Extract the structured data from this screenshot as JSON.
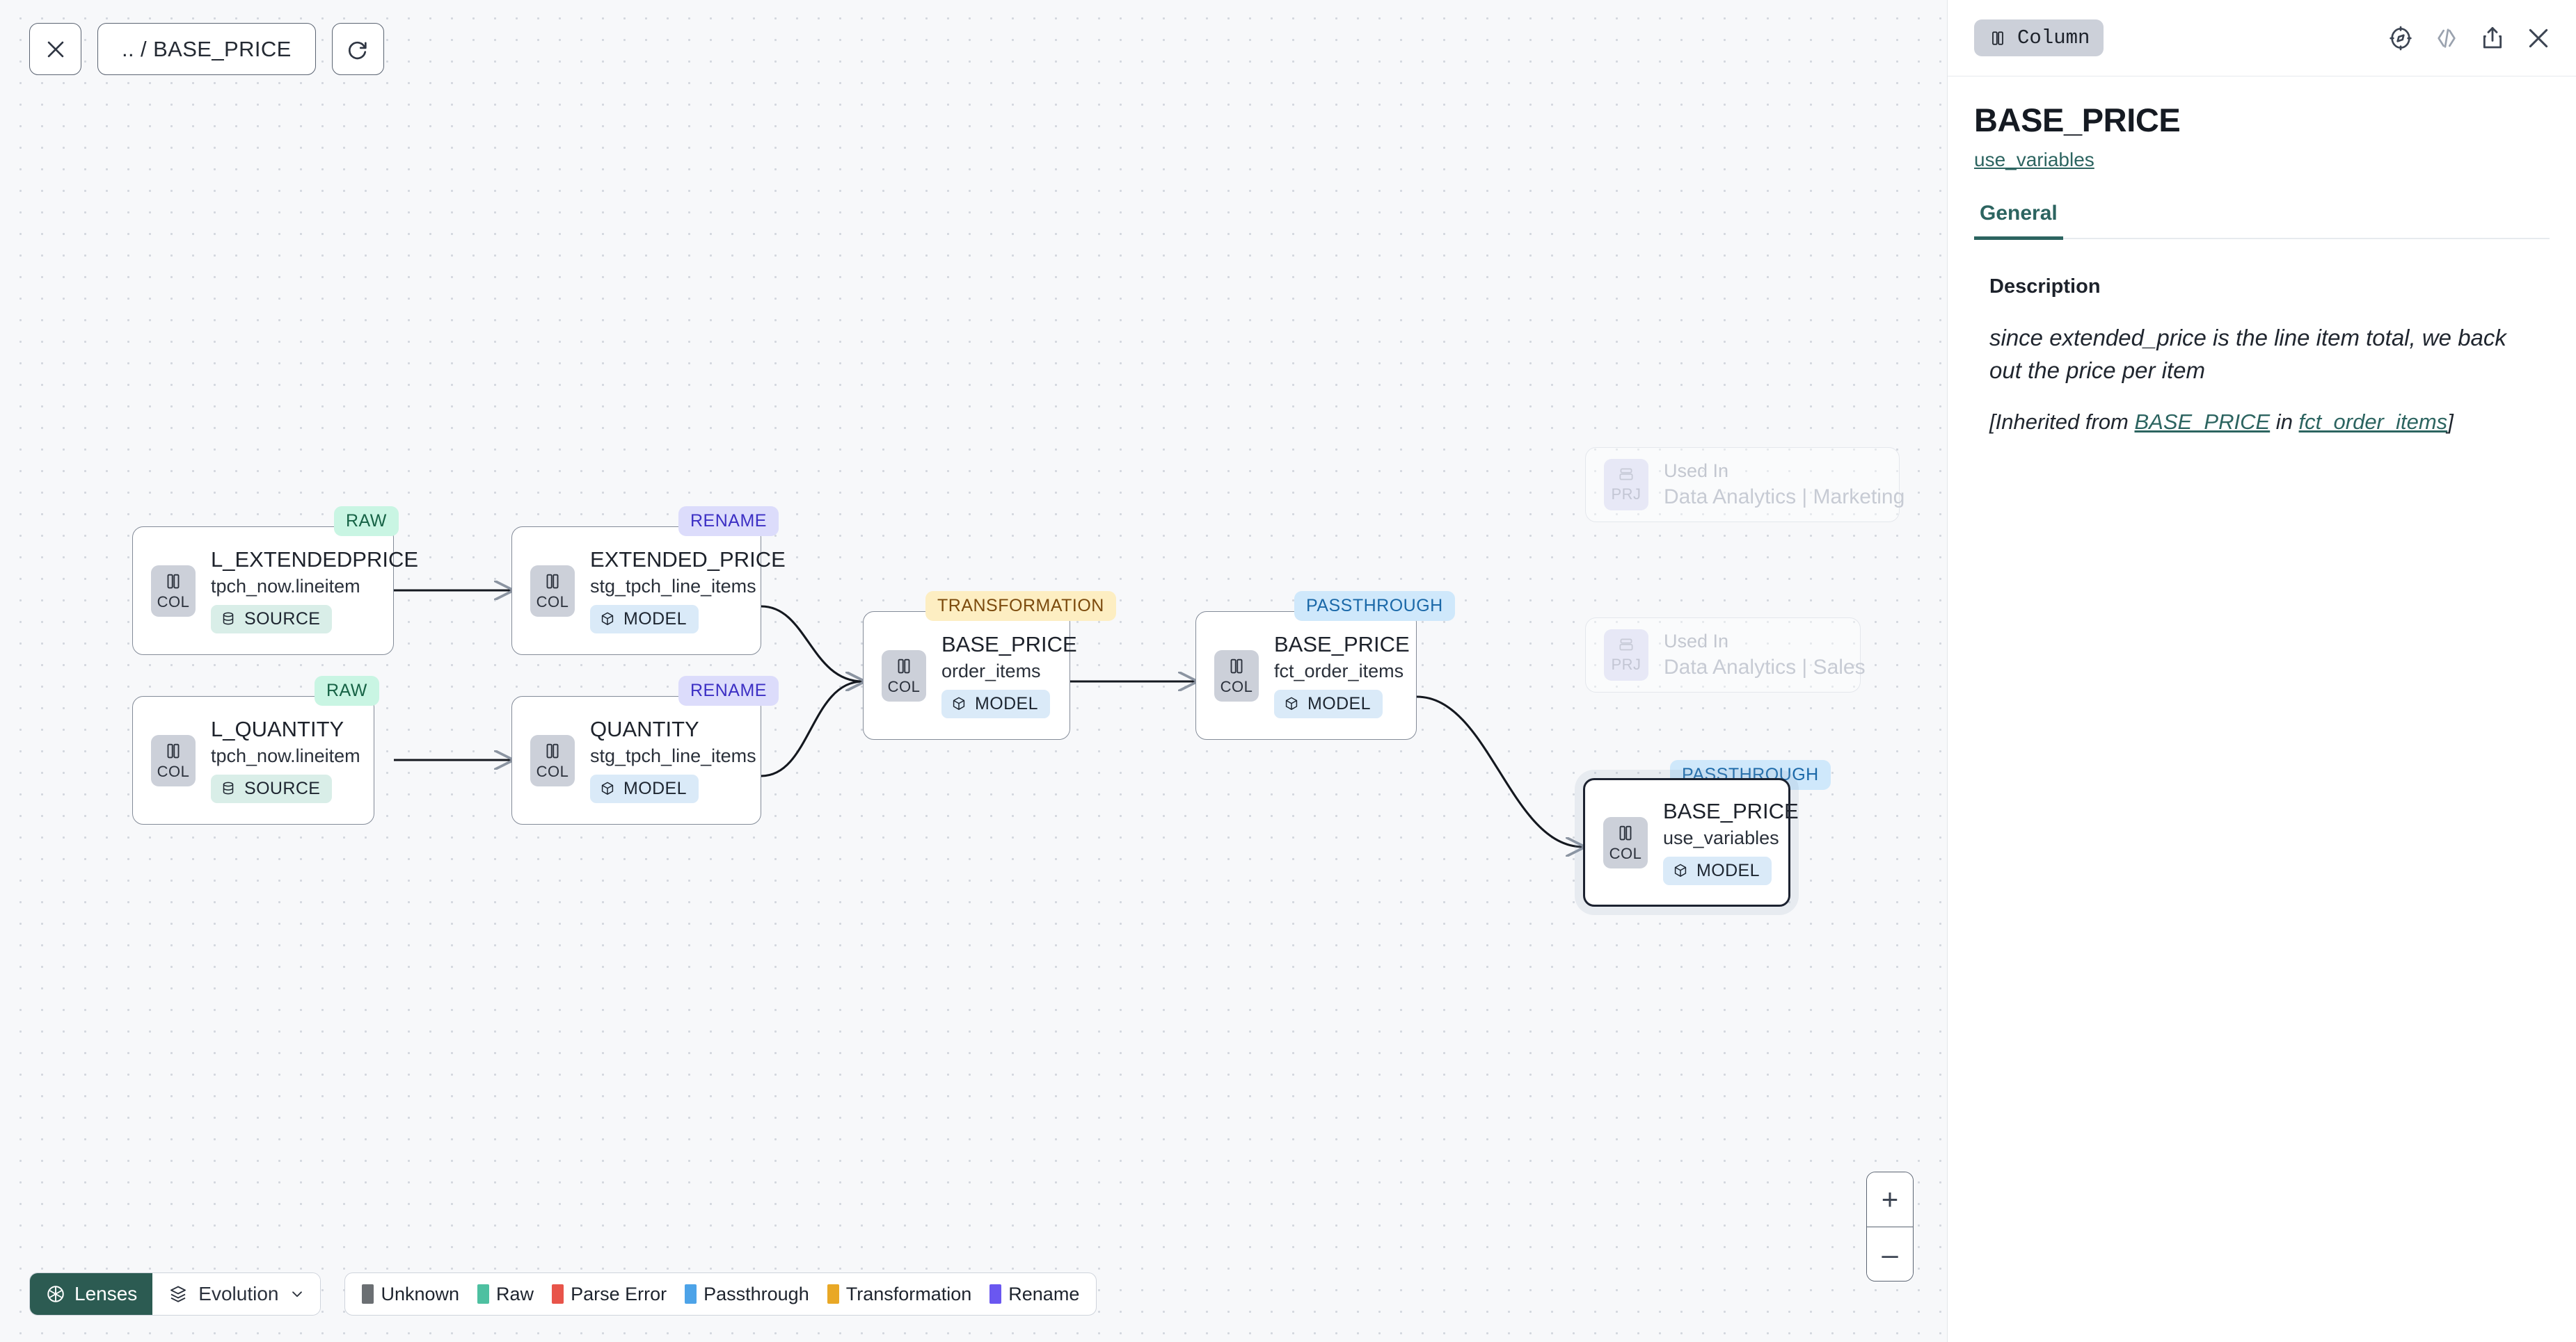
{
  "canvas": {
    "top_controls": {
      "close_label": "close-icon",
      "breadcrumb": ".. / BASE_PRICE",
      "refresh_label": "refresh-icon"
    },
    "nodes": [
      {
        "id": "l_extendedprice",
        "badge": "RAW",
        "badge_type": "raw",
        "kind": "COL",
        "title": "L_EXTENDEDPRICE",
        "subtitle": "tpch_now.lineitem",
        "chip": "SOURCE",
        "chip_type": "source",
        "selected": false
      },
      {
        "id": "l_quantity",
        "badge": "RAW",
        "badge_type": "raw",
        "kind": "COL",
        "title": "L_QUANTITY",
        "subtitle": "tpch_now.lineitem",
        "chip": "SOURCE",
        "chip_type": "source",
        "selected": false
      },
      {
        "id": "extended_price",
        "badge": "RENAME",
        "badge_type": "rename",
        "kind": "COL",
        "title": "EXTENDED_PRICE",
        "subtitle": "stg_tpch_line_items",
        "chip": "MODEL",
        "chip_type": "model",
        "selected": false
      },
      {
        "id": "quantity",
        "badge": "RENAME",
        "badge_type": "rename",
        "kind": "COL",
        "title": "QUANTITY",
        "subtitle": "stg_tpch_line_items",
        "chip": "MODEL",
        "chip_type": "model",
        "selected": false
      },
      {
        "id": "base_price_order_items",
        "badge": "TRANSFORMATION",
        "badge_type": "transformation",
        "kind": "COL",
        "title": "BASE_PRICE",
        "subtitle": "order_items",
        "chip": "MODEL",
        "chip_type": "model",
        "selected": false
      },
      {
        "id": "base_price_fct_order_items",
        "badge": "PASSTHROUGH",
        "badge_type": "passthrough",
        "kind": "COL",
        "title": "BASE_PRICE",
        "subtitle": "fct_order_items",
        "chip": "MODEL",
        "chip_type": "model",
        "selected": false
      },
      {
        "id": "base_price_use_variables",
        "badge": "PASSTHROUGH",
        "badge_type": "passthrough",
        "kind": "COL",
        "title": "BASE_PRICE",
        "subtitle": "use_variables",
        "chip": "MODEL",
        "chip_type": "model",
        "selected": true
      }
    ],
    "ghost_nodes": [
      {
        "id": "used-in-marketing",
        "kind": "PRJ",
        "line1": "Used In",
        "line2": "Data Analytics | Marketing"
      },
      {
        "id": "used-in-sales",
        "kind": "PRJ",
        "line1": "Used In",
        "line2": "Data Analytics | Sales"
      }
    ],
    "bottom_bar": {
      "lenses_label": "Lenses",
      "evolution_label": "Evolution",
      "legend": [
        {
          "label": "Unknown",
          "color": "#6b6f73"
        },
        {
          "label": "Raw",
          "color": "#4ec0a1"
        },
        {
          "label": "Parse Error",
          "color": "#e8544a"
        },
        {
          "label": "Passthrough",
          "color": "#4da3e8"
        },
        {
          "label": "Transformation",
          "color": "#e9a826"
        },
        {
          "label": "Rename",
          "color": "#6a57f0"
        }
      ]
    },
    "zoom": {
      "in_label": "+",
      "out_label": "–"
    }
  },
  "panel": {
    "type_badge": "Column",
    "icons": [
      "compass-icon",
      "code-icon",
      "share-icon",
      "close-icon"
    ],
    "title": "BASE_PRICE",
    "model_link": "use_variables",
    "tabs": [
      {
        "label": "General",
        "active": true
      }
    ],
    "section_label": "Description",
    "description": "since extended_price is the line item total, we back out the price per item",
    "inherited_prefix": "[Inherited from ",
    "inherited_column": "BASE_PRICE",
    "inherited_mid": " in ",
    "inherited_model": "fct_order_items",
    "inherited_suffix": "]"
  }
}
